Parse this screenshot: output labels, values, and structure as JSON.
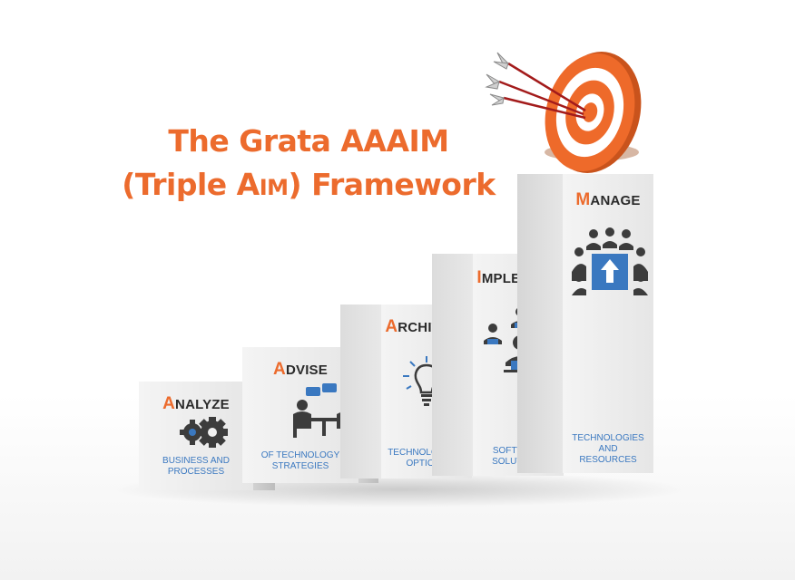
{
  "title": {
    "line1": "The Grata AAAIM",
    "line2_pre": "(Triple ",
    "line2_a": "A",
    "line2_im": "IM",
    "line2_post": ") Framework"
  },
  "steps": [
    {
      "first": "A",
      "rest": "NALYZE",
      "desc1": "BUSINESS AND",
      "desc2": "PROCESSES",
      "desc3": "",
      "icon": "gears-icon"
    },
    {
      "first": "A",
      "rest": "DVISE",
      "desc1": "OF TECHNOLOGY",
      "desc2": "STRATEGIES",
      "desc3": "",
      "icon": "meeting-icon"
    },
    {
      "first": "A",
      "rest": "RCHITECT",
      "desc1": "TECHNOLOGICAL",
      "desc2": "OPTIONS",
      "desc3": "",
      "icon": "lightbulb-icon"
    },
    {
      "first": "I",
      "rest": "MPLEMENT",
      "desc1": "SOFTWARE",
      "desc2": "SOLUTIONS",
      "desc3": "",
      "icon": "team-computers-icon"
    },
    {
      "first": "M",
      "rest": "ANAGE",
      "desc1": "TECHNOLOGIES",
      "desc2": "AND",
      "desc3": "RESOURCES",
      "icon": "boardroom-icon"
    }
  ],
  "colors": {
    "accent": "#ec6b2d",
    "desc": "#3a78c0",
    "icon": "#3c3c3c",
    "iconBlue": "#3a78c0"
  }
}
